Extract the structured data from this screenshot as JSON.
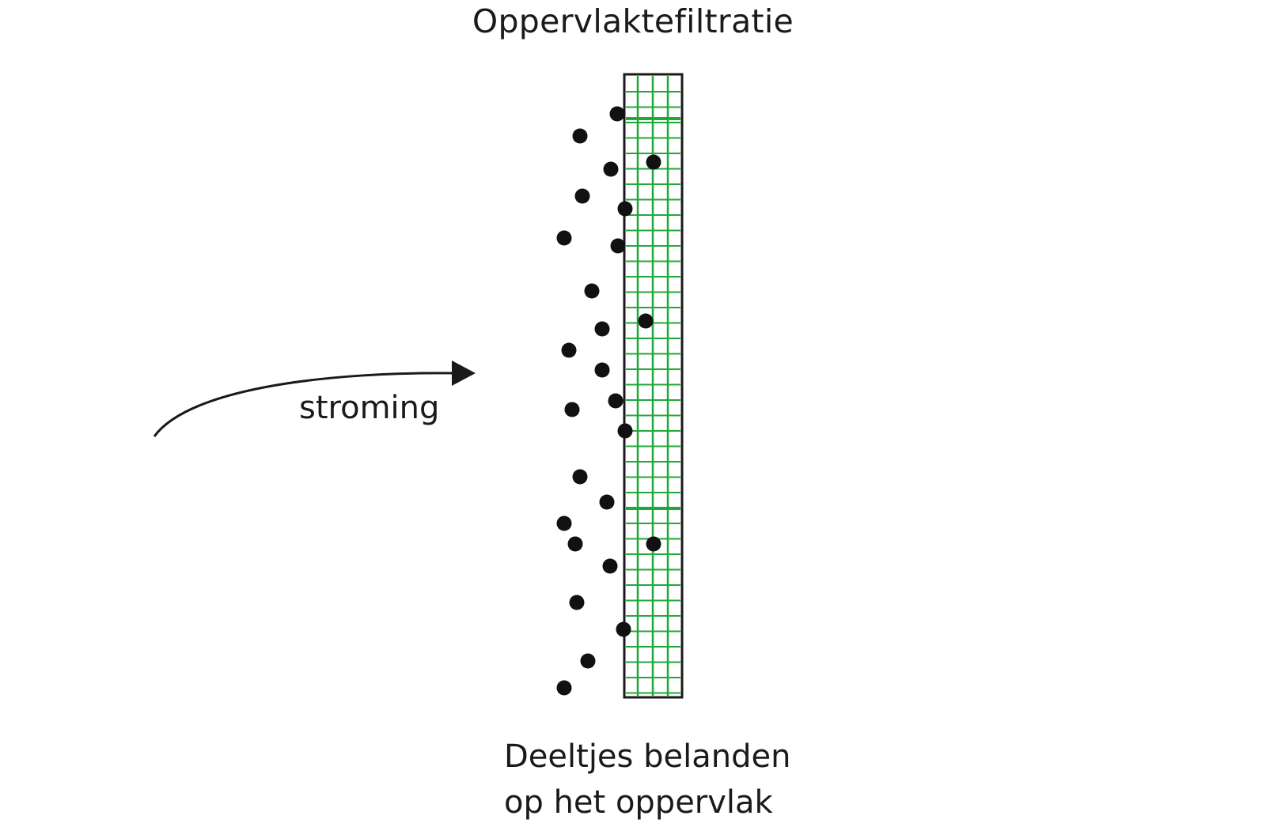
{
  "title": "Oppervlaktefiltratie",
  "flow_label": "stroming",
  "caption": {
    "line1": "Deeltjes belanden",
    "line2": "op het oppervlak"
  },
  "colors": {
    "mesh": "#22a83a",
    "particle": "#111111",
    "outline": "#1a1a1a"
  }
}
